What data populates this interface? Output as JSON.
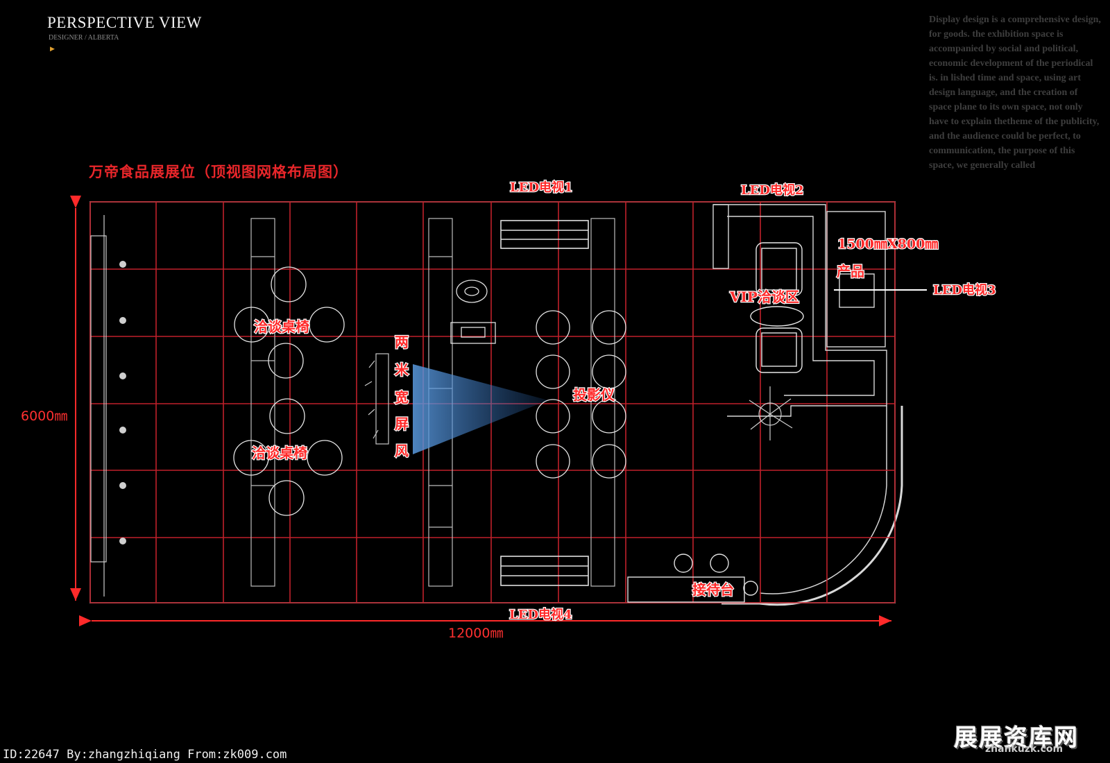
{
  "header": {
    "title": "PERSPECTIVE VIEW",
    "subtitle": "DESIGNER / ALBERTA"
  },
  "description": "Display design is a comprehensive design, for goods. the exhibition space is accompanied by social and political, economic development of the periodical is. in lished time and space, using art design language, and the creation of space plane to its own space, not only have to explain thetheme of the publicity, and the audience could be perfect, to communication, the purpose of this space, we generally called",
  "plan": {
    "title": "万帝食品展展位（顶视图网格布局图）",
    "dimensions": {
      "height": "6000㎜",
      "width": "12000㎜"
    },
    "labels": {
      "led_tv_1": "LED电视1",
      "led_tv_2": "LED电视2",
      "led_tv_3": "LED电视3",
      "led_tv_4": "LED电视4",
      "product_size": "1500㎜X800㎜",
      "product": "产品",
      "vip_area": "VIP洽谈区",
      "negotiation_1": "洽谈桌椅",
      "negotiation_2": "洽谈桌椅",
      "screen_chars": [
        "两",
        "米",
        "宽",
        "屏",
        "风"
      ],
      "projector": "投影仪",
      "reception": "接待台"
    },
    "colors": {
      "grid": "#c0202a",
      "lines": "#d8d8d8",
      "label": "#ff2a2a",
      "beam": "#2f6fc0"
    }
  },
  "footer": {
    "credit": "ID:22647 By:zhangzhiqiang From:zk009.com",
    "watermark": "展展资库网",
    "watermark_sub": "zhankuzk.com"
  }
}
